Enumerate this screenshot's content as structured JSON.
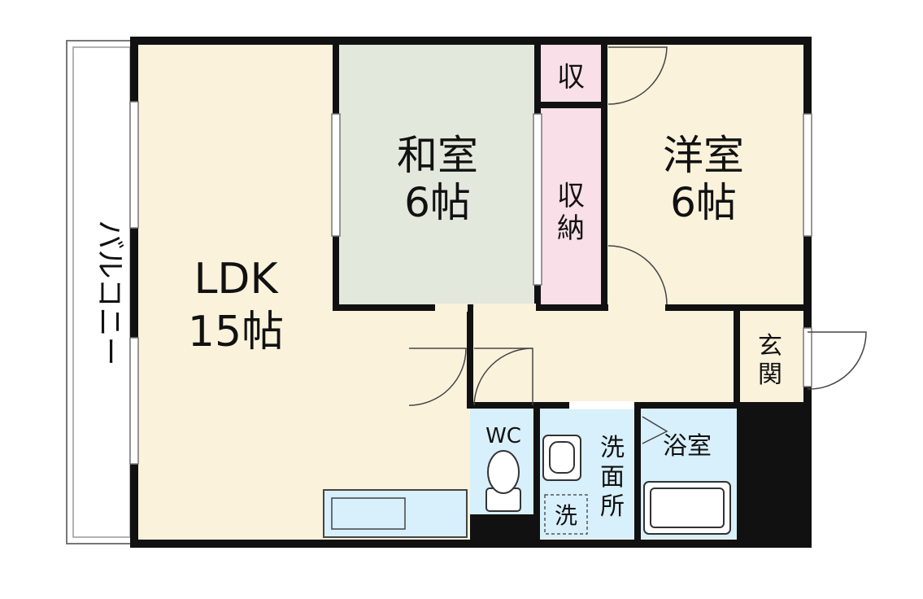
{
  "rooms": {
    "ldk": {
      "name": "LDK",
      "size": "15帖"
    },
    "washitsu": {
      "name": "和室",
      "size": "6帖"
    },
    "youshitsu": {
      "name": "洋室",
      "size": "6帖"
    },
    "shuunou_large": {
      "line1": "収",
      "line2": "納"
    },
    "shuu_small": {
      "name": "収"
    },
    "genkan": {
      "line1": "玄",
      "line2": "関"
    },
    "wc": {
      "name": "WC"
    },
    "senmenjo": {
      "line1": "洗",
      "line2": "面",
      "line3": "所"
    },
    "yokushitsu": {
      "name": "浴室"
    },
    "washer": {
      "name": "洗"
    },
    "balcony": {
      "name": "バルコニー"
    }
  },
  "colors": {
    "wall": "#111111",
    "ldk_floor": "#fbf2dc",
    "washitsu_floor": "#e3e8dc",
    "storage_floor": "#f9dfe8",
    "wet_floor": "#d7f0fb",
    "balcony": "#ffffff"
  }
}
